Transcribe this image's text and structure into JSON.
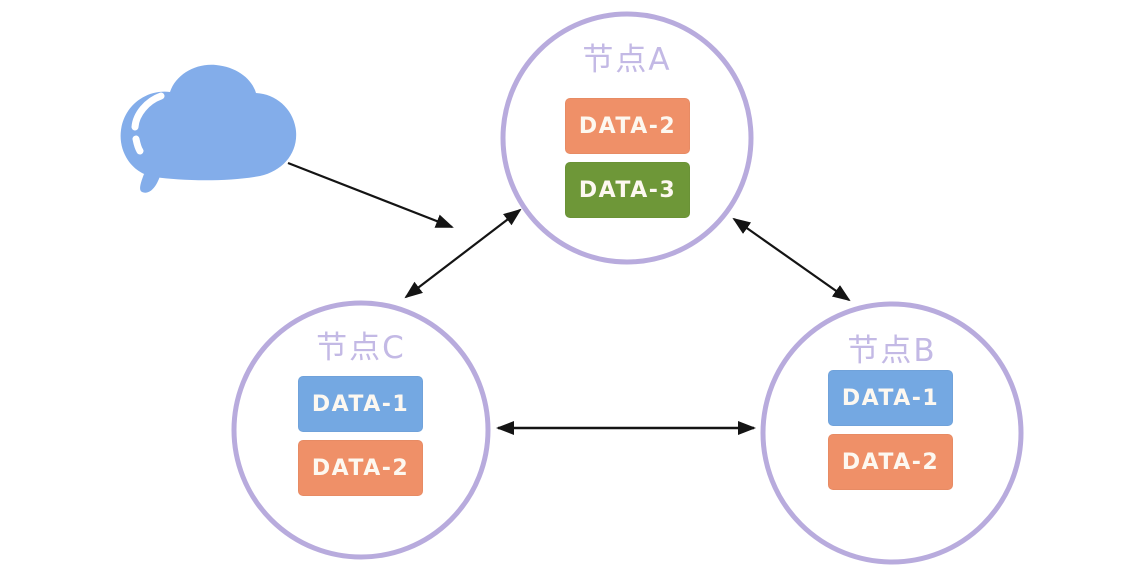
{
  "nodes": {
    "a": {
      "label": "节点A",
      "blocks": [
        {
          "label": "DATA-2",
          "color": "#ef9068"
        },
        {
          "label": "DATA-3",
          "color": "#6e9738"
        }
      ]
    },
    "c": {
      "label": "节点C",
      "blocks": [
        {
          "label": "DATA-1",
          "color": "#74a8e2"
        },
        {
          "label": "DATA-2",
          "color": "#ef9068"
        }
      ]
    },
    "b": {
      "label": "节点B",
      "blocks": [
        {
          "label": "DATA-1",
          "color": "#74a8e2"
        },
        {
          "label": "DATA-2",
          "color": "#ef9068"
        }
      ]
    }
  },
  "cloud": {
    "color": "#83adea",
    "highlight_color": "#ffffff"
  },
  "edges": [
    {
      "from": "cloud",
      "to": "node-a",
      "type": "one-way"
    },
    {
      "from": "node-a",
      "to": "node-c",
      "type": "two-way"
    },
    {
      "from": "node-a",
      "to": "node-b",
      "type": "two-way"
    },
    {
      "from": "node-c",
      "to": "node-b",
      "type": "two-way"
    }
  ],
  "style": {
    "background": "#ffffff",
    "circle_stroke": "#b8abdd",
    "node_label_color": "#c3b9e5",
    "block_text_color": "#fdf8f0",
    "arrow_color": "#141414"
  }
}
